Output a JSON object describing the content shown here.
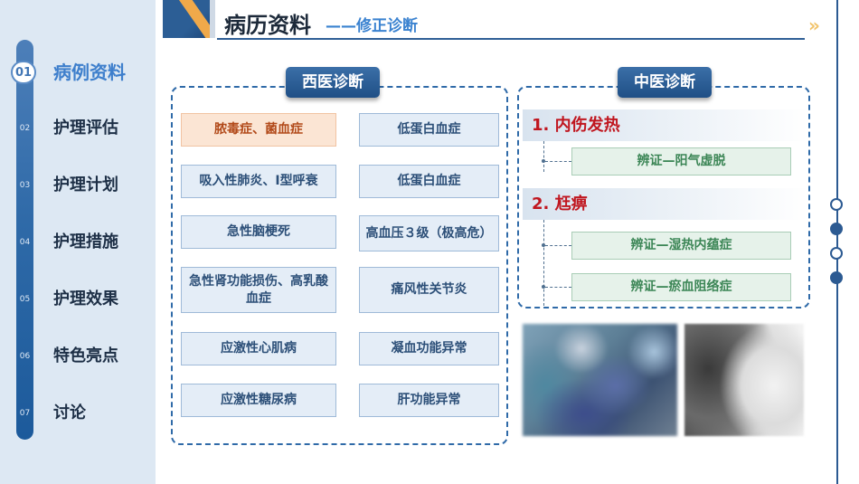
{
  "sidebar": {
    "items": [
      {
        "num": "01",
        "label": "病例资料",
        "active": true
      },
      {
        "num": "02",
        "label": "护理评估"
      },
      {
        "num": "03",
        "label": "护理计划"
      },
      {
        "num": "04",
        "label": "护理措施"
      },
      {
        "num": "05",
        "label": "护理效果"
      },
      {
        "num": "06",
        "label": "特色亮点"
      },
      {
        "num": "07",
        "label": "讨论"
      }
    ]
  },
  "header": {
    "title": "病历资料",
    "subtitle": "——修正诊断",
    "arrows": "»"
  },
  "western": {
    "title": "西医诊断",
    "items": [
      "脓毒症、菌血症",
      "低蛋白血症",
      "吸入性肺炎、Ⅰ型呼衰",
      "低蛋白血症",
      "急性脑梗死",
      "高血压３级（极高危）",
      "急性肾功能损伤、高乳酸血症",
      "痛风性关节炎",
      "应激性心肌病",
      "凝血功能异常",
      "应激性糖尿病",
      "肝功能异常"
    ]
  },
  "tcm": {
    "title": "中医诊断",
    "groups": [
      {
        "heading": "1. 内伤发热",
        "items": [
          "辨证—阳气虚脱"
        ]
      },
      {
        "heading": "2. 尪痹",
        "items": [
          "辨证—湿热内蕴症",
          "辨证—瘀血阻络症"
        ]
      }
    ]
  },
  "colors": {
    "primary": "#2c5a92",
    "accent_blue": "#3a82d0",
    "tcm_red": "#c0161f",
    "tcm_green": "#3c8656",
    "highlight_orange": "#b24a1a"
  }
}
